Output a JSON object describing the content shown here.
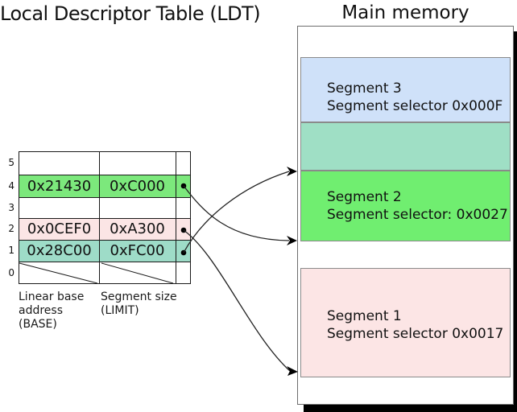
{
  "ldt": {
    "title": "Local Descriptor Table (LDT)",
    "column_labels": {
      "base": "Linear base\naddress\n(BASE)",
      "limit": "Segment size\n(LIMIT)"
    },
    "rows": [
      {
        "index": "5",
        "base": "",
        "limit": ""
      },
      {
        "index": "4",
        "base": "0x21430",
        "limit": "0xC000",
        "bg": "#7ce87c"
      },
      {
        "index": "3",
        "base": "",
        "limit": ""
      },
      {
        "index": "2",
        "base": "0x0CEF0",
        "limit": "0xA300",
        "bg": "#fbe5e5"
      },
      {
        "index": "1",
        "base": "0x28C00",
        "limit": "0xFC00",
        "bg": "#9edcc8"
      },
      {
        "index": "0",
        "base": "",
        "limit": ""
      }
    ]
  },
  "memory": {
    "title": "Main memory",
    "segments": [
      {
        "name": "Segment 3",
        "selector": "Segment selector 0x000F",
        "bg": "#cfe1f9"
      },
      {
        "name": "",
        "selector": "",
        "bg": "#9fdfc5"
      },
      {
        "name": "Segment 2",
        "selector": "Segment selector: 0x0027",
        "bg": "#70ee70"
      },
      {
        "name": "Segment 1",
        "selector": "Segment selector 0x0017",
        "bg": "#fce5e5"
      }
    ]
  },
  "colors": {
    "row_green": "#7ce87c",
    "row_pink": "#fbe5e5",
    "row_teal": "#9edcc8",
    "segment3_blue": "#cfe1f9",
    "unlabeled_teal": "#9fdfc5",
    "segment2_green": "#70ee70",
    "segment1_pink": "#fce5e5",
    "shadow_black": "#000000",
    "line_black": "#1a1a1a"
  }
}
